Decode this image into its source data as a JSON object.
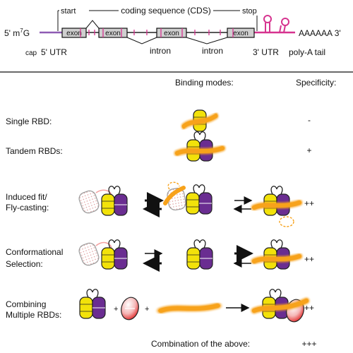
{
  "gene": {
    "five_prime": "5' m",
    "cap_superscript": "7",
    "cap_suffix": "G",
    "cap_label": "cap",
    "utr5": "5' UTR",
    "start": "start",
    "cds": "coding sequence (CDS)",
    "stop": "stop",
    "exon": "exon",
    "intron1": "intron",
    "intron2": "intron",
    "utr3": "3' UTR",
    "polya_tail": "poly-A tail",
    "polya_seq": "AAAAAA 3'",
    "colors": {
      "utr": "#8e5bb3",
      "stem_loop": "#d6338f",
      "exon_mark": "#d6338f"
    }
  },
  "modes": {
    "header_binding": "Binding modes:",
    "header_specificity": "Specificity:",
    "rows": [
      {
        "label_lines": [
          "Single RBD:"
        ],
        "specificity": "-"
      },
      {
        "label_lines": [
          "Tandem RBDs:"
        ],
        "specificity": "+"
      },
      {
        "label_lines": [
          "Induced fit/",
          "Fly-casting:"
        ],
        "specificity": "++"
      },
      {
        "label_lines": [
          "Conformational",
          "Selection:"
        ],
        "specificity": "++"
      },
      {
        "label_lines": [
          "Combining",
          "Multiple RBDs:"
        ],
        "specificity": "++"
      }
    ],
    "combination_label": "Combination of the above:",
    "combination_specificity": "+++",
    "colors": {
      "rna": "#f7a21b",
      "rbd_yellow": "#f2e20a",
      "rbd_purple": "#6a2d91",
      "partner_red": "#e02020"
    }
  }
}
